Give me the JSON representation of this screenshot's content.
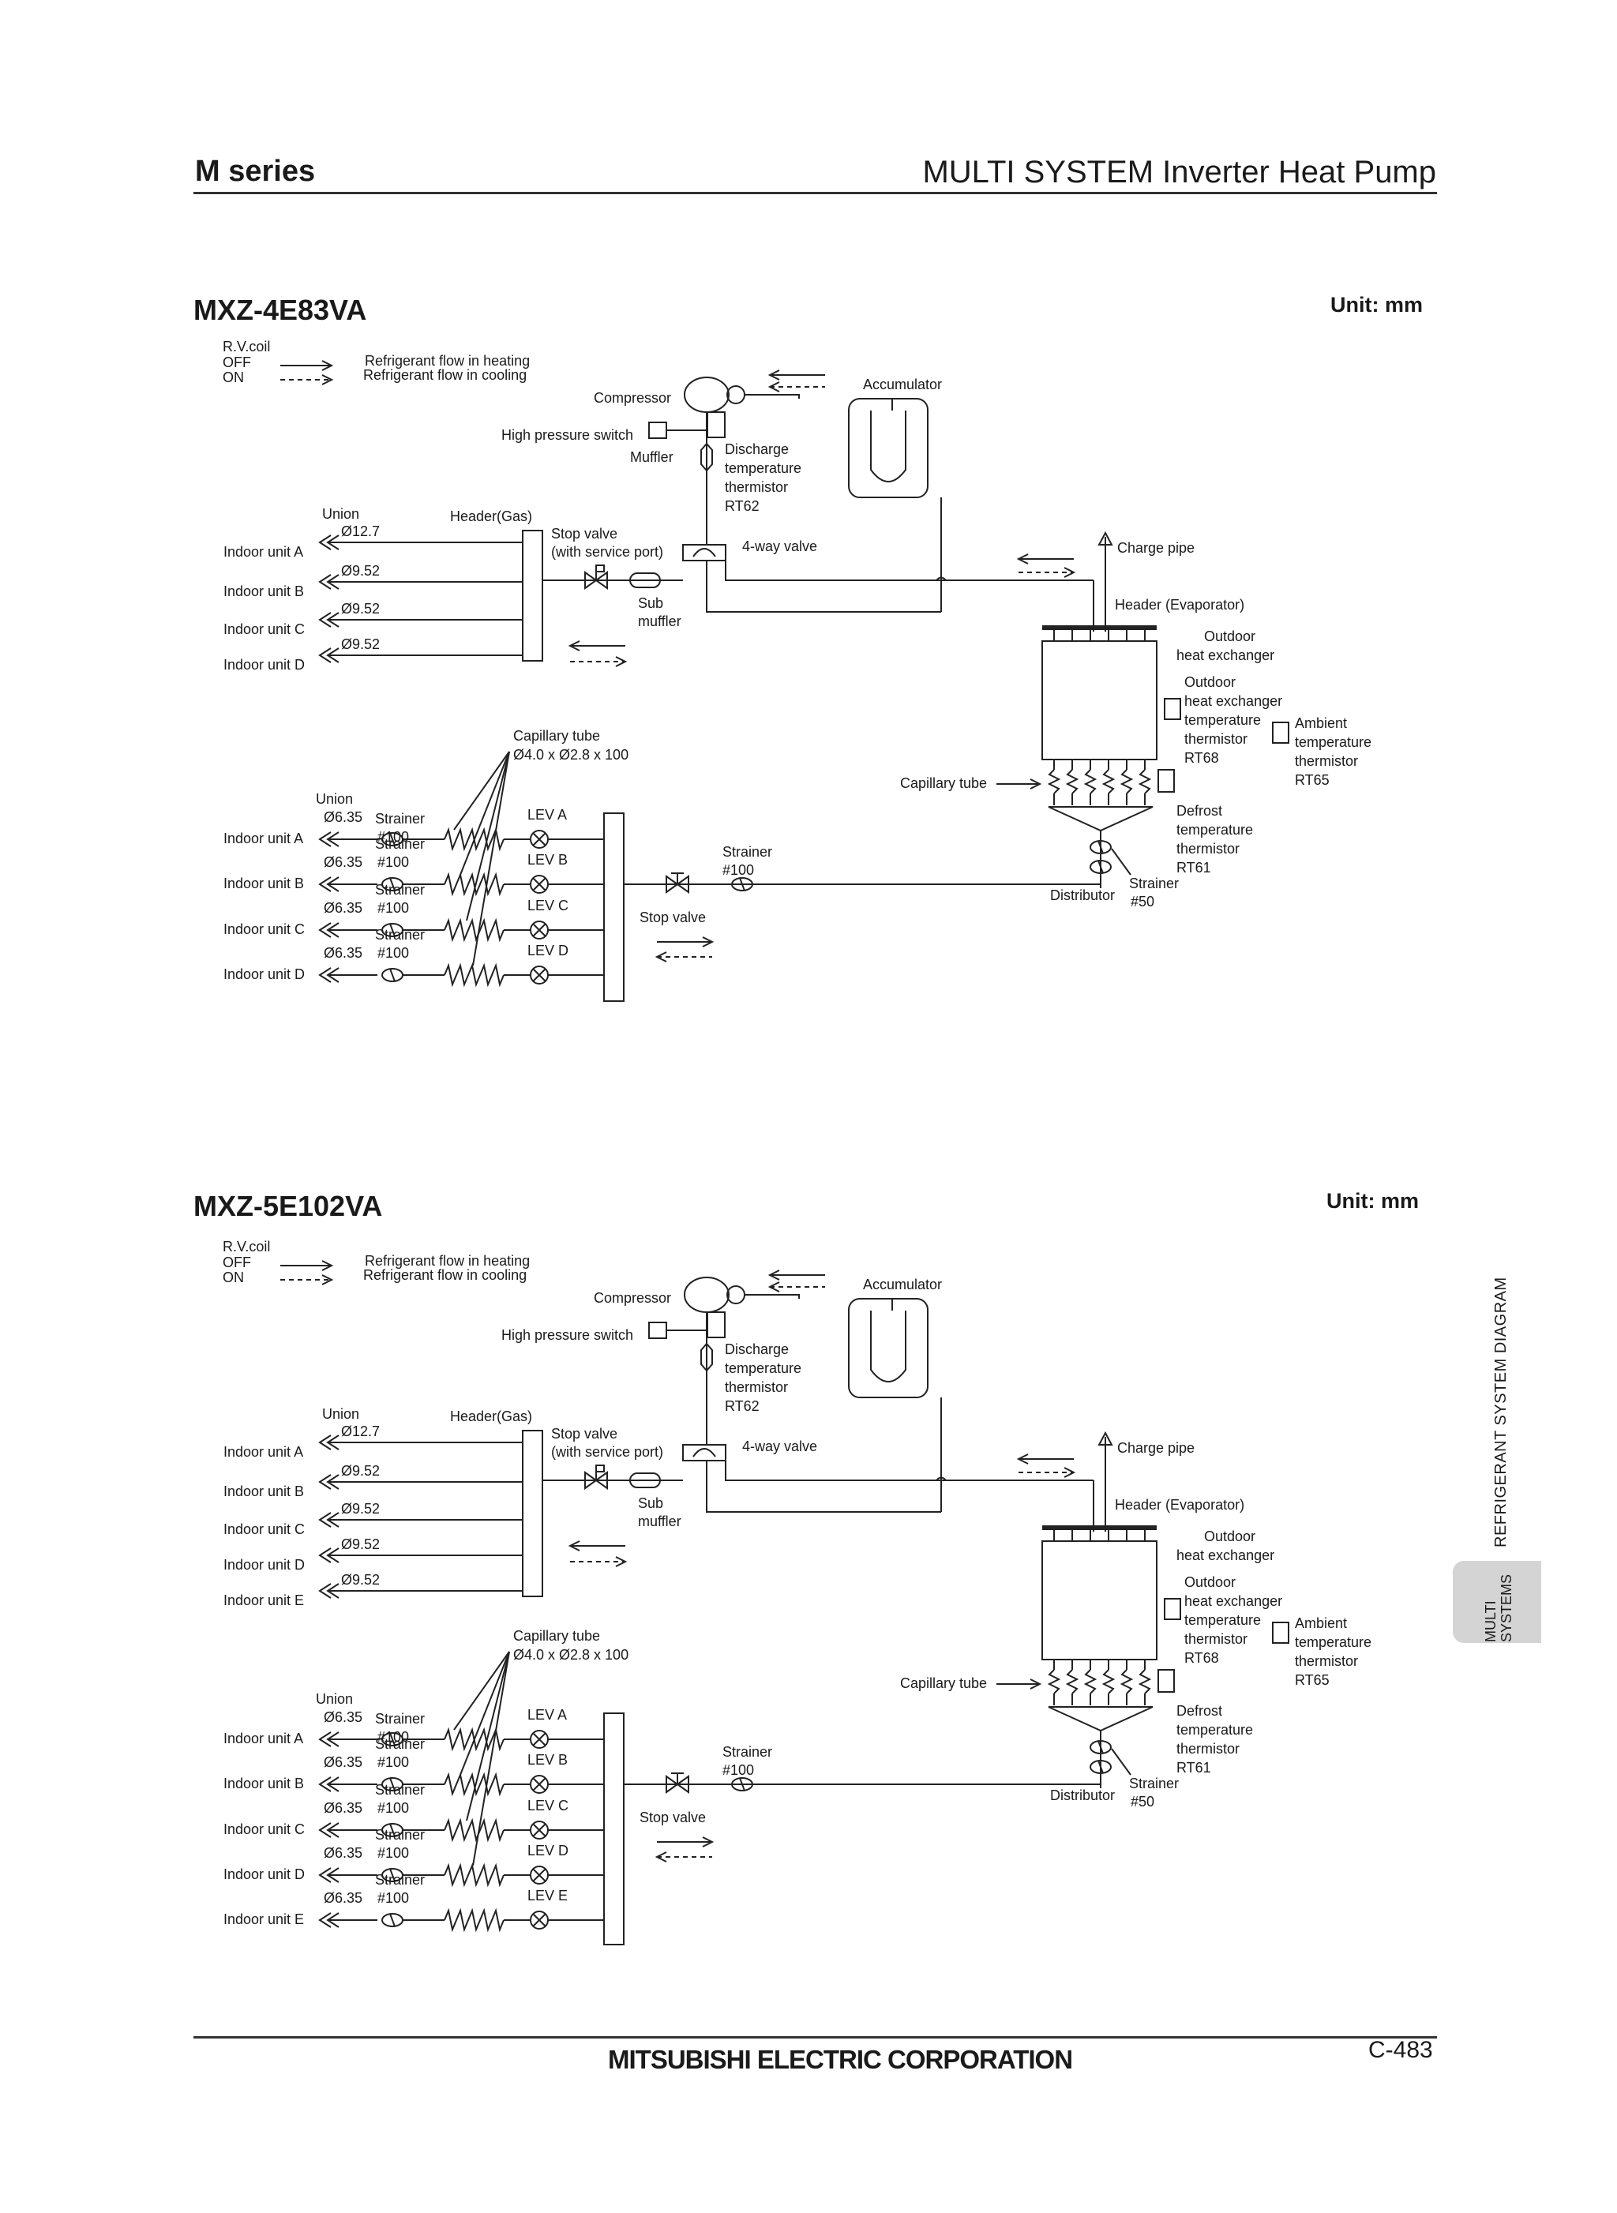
{
  "header": {
    "series": "M series",
    "title": "MULTI SYSTEM Inverter Heat Pump"
  },
  "side": {
    "section": "REFRIGERANT SYSTEM DIAGRAM",
    "tab_line1": "MULTI",
    "tab_line2": "SYSTEMS"
  },
  "diagrams": [
    {
      "model": "MXZ-4E83VA",
      "unit": "Unit: mm",
      "legend": {
        "rv_coil": "R.V.coil",
        "off": "OFF",
        "on": "ON",
        "heating": "Refrigerant flow in heating",
        "cooling": "Refrigerant flow in cooling"
      },
      "labels": {
        "compressor": "Compressor",
        "accumulator": "Accumulator",
        "high_pressure_switch": "High pressure switch",
        "muffler": "Muffler",
        "discharge_1": "Discharge",
        "discharge_2": "temperature",
        "discharge_3": "thermistor",
        "discharge_4": "RT62",
        "union": "Union",
        "header_gas": "Header(Gas)",
        "stop_valve_svc_1": "Stop valve",
        "stop_valve_svc_2": "(with service port)",
        "four_way": "4-way valve",
        "charge_pipe": "Charge pipe",
        "sub_muffler_1": "Sub",
        "sub_muffler_2": "muffler",
        "header_evap": "Header (Evaporator)",
        "outdoor_hex_1": "Outdoor",
        "outdoor_hex_2": "heat exchanger",
        "ohex_thermo_1": "Outdoor",
        "ohex_thermo_2": "heat exchanger",
        "ohex_thermo_3": "temperature",
        "ohex_thermo_4": "thermistor",
        "ohex_thermo_5": "RT68",
        "ambient_1": "Ambient",
        "ambient_2": "temperature",
        "ambient_3": "thermistor",
        "ambient_4": "RT65",
        "capillary_tube_1": "Capillary tube",
        "capillary_tube_2": "Ø4.0 x Ø2.8 x 100",
        "capillary_tube": "Capillary tube",
        "defrost_1": "Defrost",
        "defrost_2": "temperature",
        "defrost_3": "thermistor",
        "defrost_4": "RT61",
        "distributor": "Distributor",
        "strainer": "Strainer",
        "strainer_50": "#50",
        "strainer_100": "#100",
        "stop_valve": "Stop valve",
        "union_liquid": "Union"
      },
      "gas_units": [
        {
          "name": "Indoor unit A",
          "size": "Ø12.7"
        },
        {
          "name": "Indoor unit B",
          "size": "Ø9.52"
        },
        {
          "name": "Indoor unit C",
          "size": "Ø9.52"
        },
        {
          "name": "Indoor unit D",
          "size": "Ø9.52"
        }
      ],
      "liquid_units": [
        {
          "name": "Indoor unit A",
          "size": "Ø6.35",
          "lev": "LEV A"
        },
        {
          "name": "Indoor unit B",
          "size": "Ø6.35",
          "lev": "LEV B"
        },
        {
          "name": "Indoor unit C",
          "size": "Ø6.35",
          "lev": "LEV C"
        },
        {
          "name": "Indoor unit D",
          "size": "Ø6.35",
          "lev": "LEV D"
        }
      ]
    },
    {
      "model": "MXZ-5E102VA",
      "unit": "Unit: mm",
      "legend": {
        "rv_coil": "R.V.coil",
        "off": "OFF",
        "on": "ON",
        "heating": "Refrigerant flow in heating",
        "cooling": "Refrigerant flow in cooling"
      },
      "labels": {
        "compressor": "Compressor",
        "accumulator": "Accumulator",
        "high_pressure_switch": "High pressure switch",
        "muffler": "",
        "discharge_1": "Discharge",
        "discharge_2": "temperature",
        "discharge_3": "thermistor",
        "discharge_4": "RT62",
        "union": "Union",
        "header_gas": "Header(Gas)",
        "stop_valve_svc_1": "Stop valve",
        "stop_valve_svc_2": "(with service port)",
        "four_way": "4-way valve",
        "charge_pipe": "Charge pipe",
        "sub_muffler_1": "Sub",
        "sub_muffler_2": "muffler",
        "header_evap": "Header (Evaporator)",
        "outdoor_hex_1": "Outdoor",
        "outdoor_hex_2": "heat exchanger",
        "ohex_thermo_1": "Outdoor",
        "ohex_thermo_2": "heat exchanger",
        "ohex_thermo_3": "temperature",
        "ohex_thermo_4": "thermistor",
        "ohex_thermo_5": "RT68",
        "ambient_1": "Ambient",
        "ambient_2": "temperature",
        "ambient_3": "thermistor",
        "ambient_4": "RT65",
        "capillary_tube_1": "Capillary tube",
        "capillary_tube_2": "Ø4.0 x Ø2.8 x 100",
        "capillary_tube": "Capillary tube",
        "defrost_1": "Defrost",
        "defrost_2": "temperature",
        "defrost_3": "thermistor",
        "defrost_4": "RT61",
        "distributor": "Distributor",
        "strainer": "Strainer",
        "strainer_50": "#50",
        "strainer_100": "#100",
        "stop_valve": "Stop valve",
        "union_liquid": "Union"
      },
      "gas_units": [
        {
          "name": "Indoor unit A",
          "size": "Ø12.7"
        },
        {
          "name": "Indoor unit B",
          "size": "Ø9.52"
        },
        {
          "name": "Indoor unit C",
          "size": "Ø9.52"
        },
        {
          "name": "Indoor unit D",
          "size": "Ø9.52"
        },
        {
          "name": "Indoor unit E",
          "size": "Ø9.52"
        }
      ],
      "liquid_units": [
        {
          "name": "Indoor unit A",
          "size": "Ø6.35",
          "lev": "LEV A"
        },
        {
          "name": "Indoor unit B",
          "size": "Ø6.35",
          "lev": "LEV B"
        },
        {
          "name": "Indoor unit C",
          "size": "Ø6.35",
          "lev": "LEV C"
        },
        {
          "name": "Indoor unit D",
          "size": "Ø6.35",
          "lev": "LEV D"
        },
        {
          "name": "Indoor unit E",
          "size": "Ø6.35",
          "lev": "LEV E"
        }
      ]
    }
  ],
  "footer": {
    "company": "MITSUBISHI ELECTRIC CORPORATION",
    "page": "C-483"
  }
}
